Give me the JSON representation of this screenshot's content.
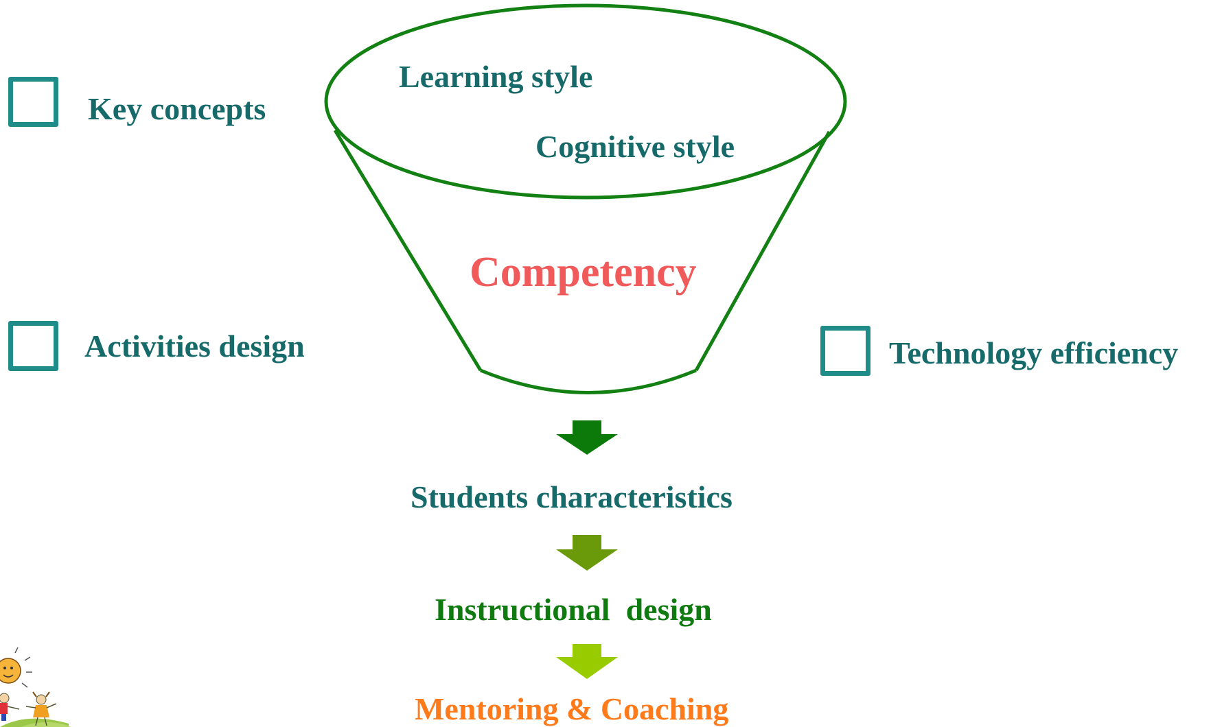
{
  "funnel": {
    "top_items": [
      "Learning style",
      "Cognitive style"
    ],
    "center_label": "Competency"
  },
  "side_items": {
    "key_concepts": "Key concepts",
    "activities_design": "Activities design",
    "technology_efficiency": "Technology efficiency"
  },
  "flow": [
    "Students characteristics",
    "Instructional  design",
    "Mentoring & Coaching"
  ],
  "colors": {
    "funnel_stroke": "#128012",
    "checkbox_border": "#1f8c8a",
    "teal_text": "#176a6a",
    "competency_text": "#f05a5a",
    "arrow_1": "#0b7a0b",
    "arrow_2": "#6a9a0a",
    "arrow_3": "#99cc00",
    "mentoring_text": "#ff7a1a"
  },
  "icons": {
    "corner_illustration": "children-playing-with-sun-icon"
  }
}
